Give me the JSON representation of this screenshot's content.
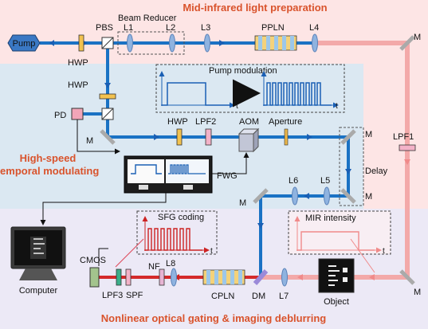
{
  "sections": {
    "top": "Mid-infrared light preparation",
    "mid_line1": "High-speed",
    "mid_line2": "temporal modulating",
    "bottom": "Nonlinear optical gating & imaging deblurring"
  },
  "labels": {
    "pump": "Pump",
    "pbs": "PBS",
    "beam_reducer": "Beam Reducer",
    "l1": "L1",
    "l2": "L2",
    "l3": "L3",
    "ppln": "PPLN",
    "l4": "L4",
    "m": "M",
    "hwp": "HWP",
    "pd": "PD",
    "lpf2": "LPF2",
    "aom": "AOM",
    "aperture": "Aperture",
    "lpf1": "LPF1",
    "delay": "Delay",
    "l5": "L5",
    "l6": "L6",
    "fwg": "FWG",
    "cmos": "CMOS",
    "computer": "Computer",
    "lpf3": "LPF3",
    "spf": "SPF",
    "nf": "NF",
    "l8": "L8",
    "cpln": "CPLN",
    "dm": "DM",
    "l7": "L7",
    "object": "Object"
  },
  "insets": {
    "pump_modulation": "Pump modulation",
    "sfg_coding": "SFG coding",
    "mir_intensity": "MIR intensity",
    "axis_t": "t"
  },
  "colors": {
    "top_bg": "#fde5e5",
    "mid_bg": "#dbe8f2",
    "bottom_bg": "#ece9f6",
    "pump_beam": "#1a72c4",
    "mir_beam": "#f3a9a9",
    "sfg_beam": "#d42a2a",
    "section_title": "#d9532c",
    "lens": "#8fb3e0"
  }
}
